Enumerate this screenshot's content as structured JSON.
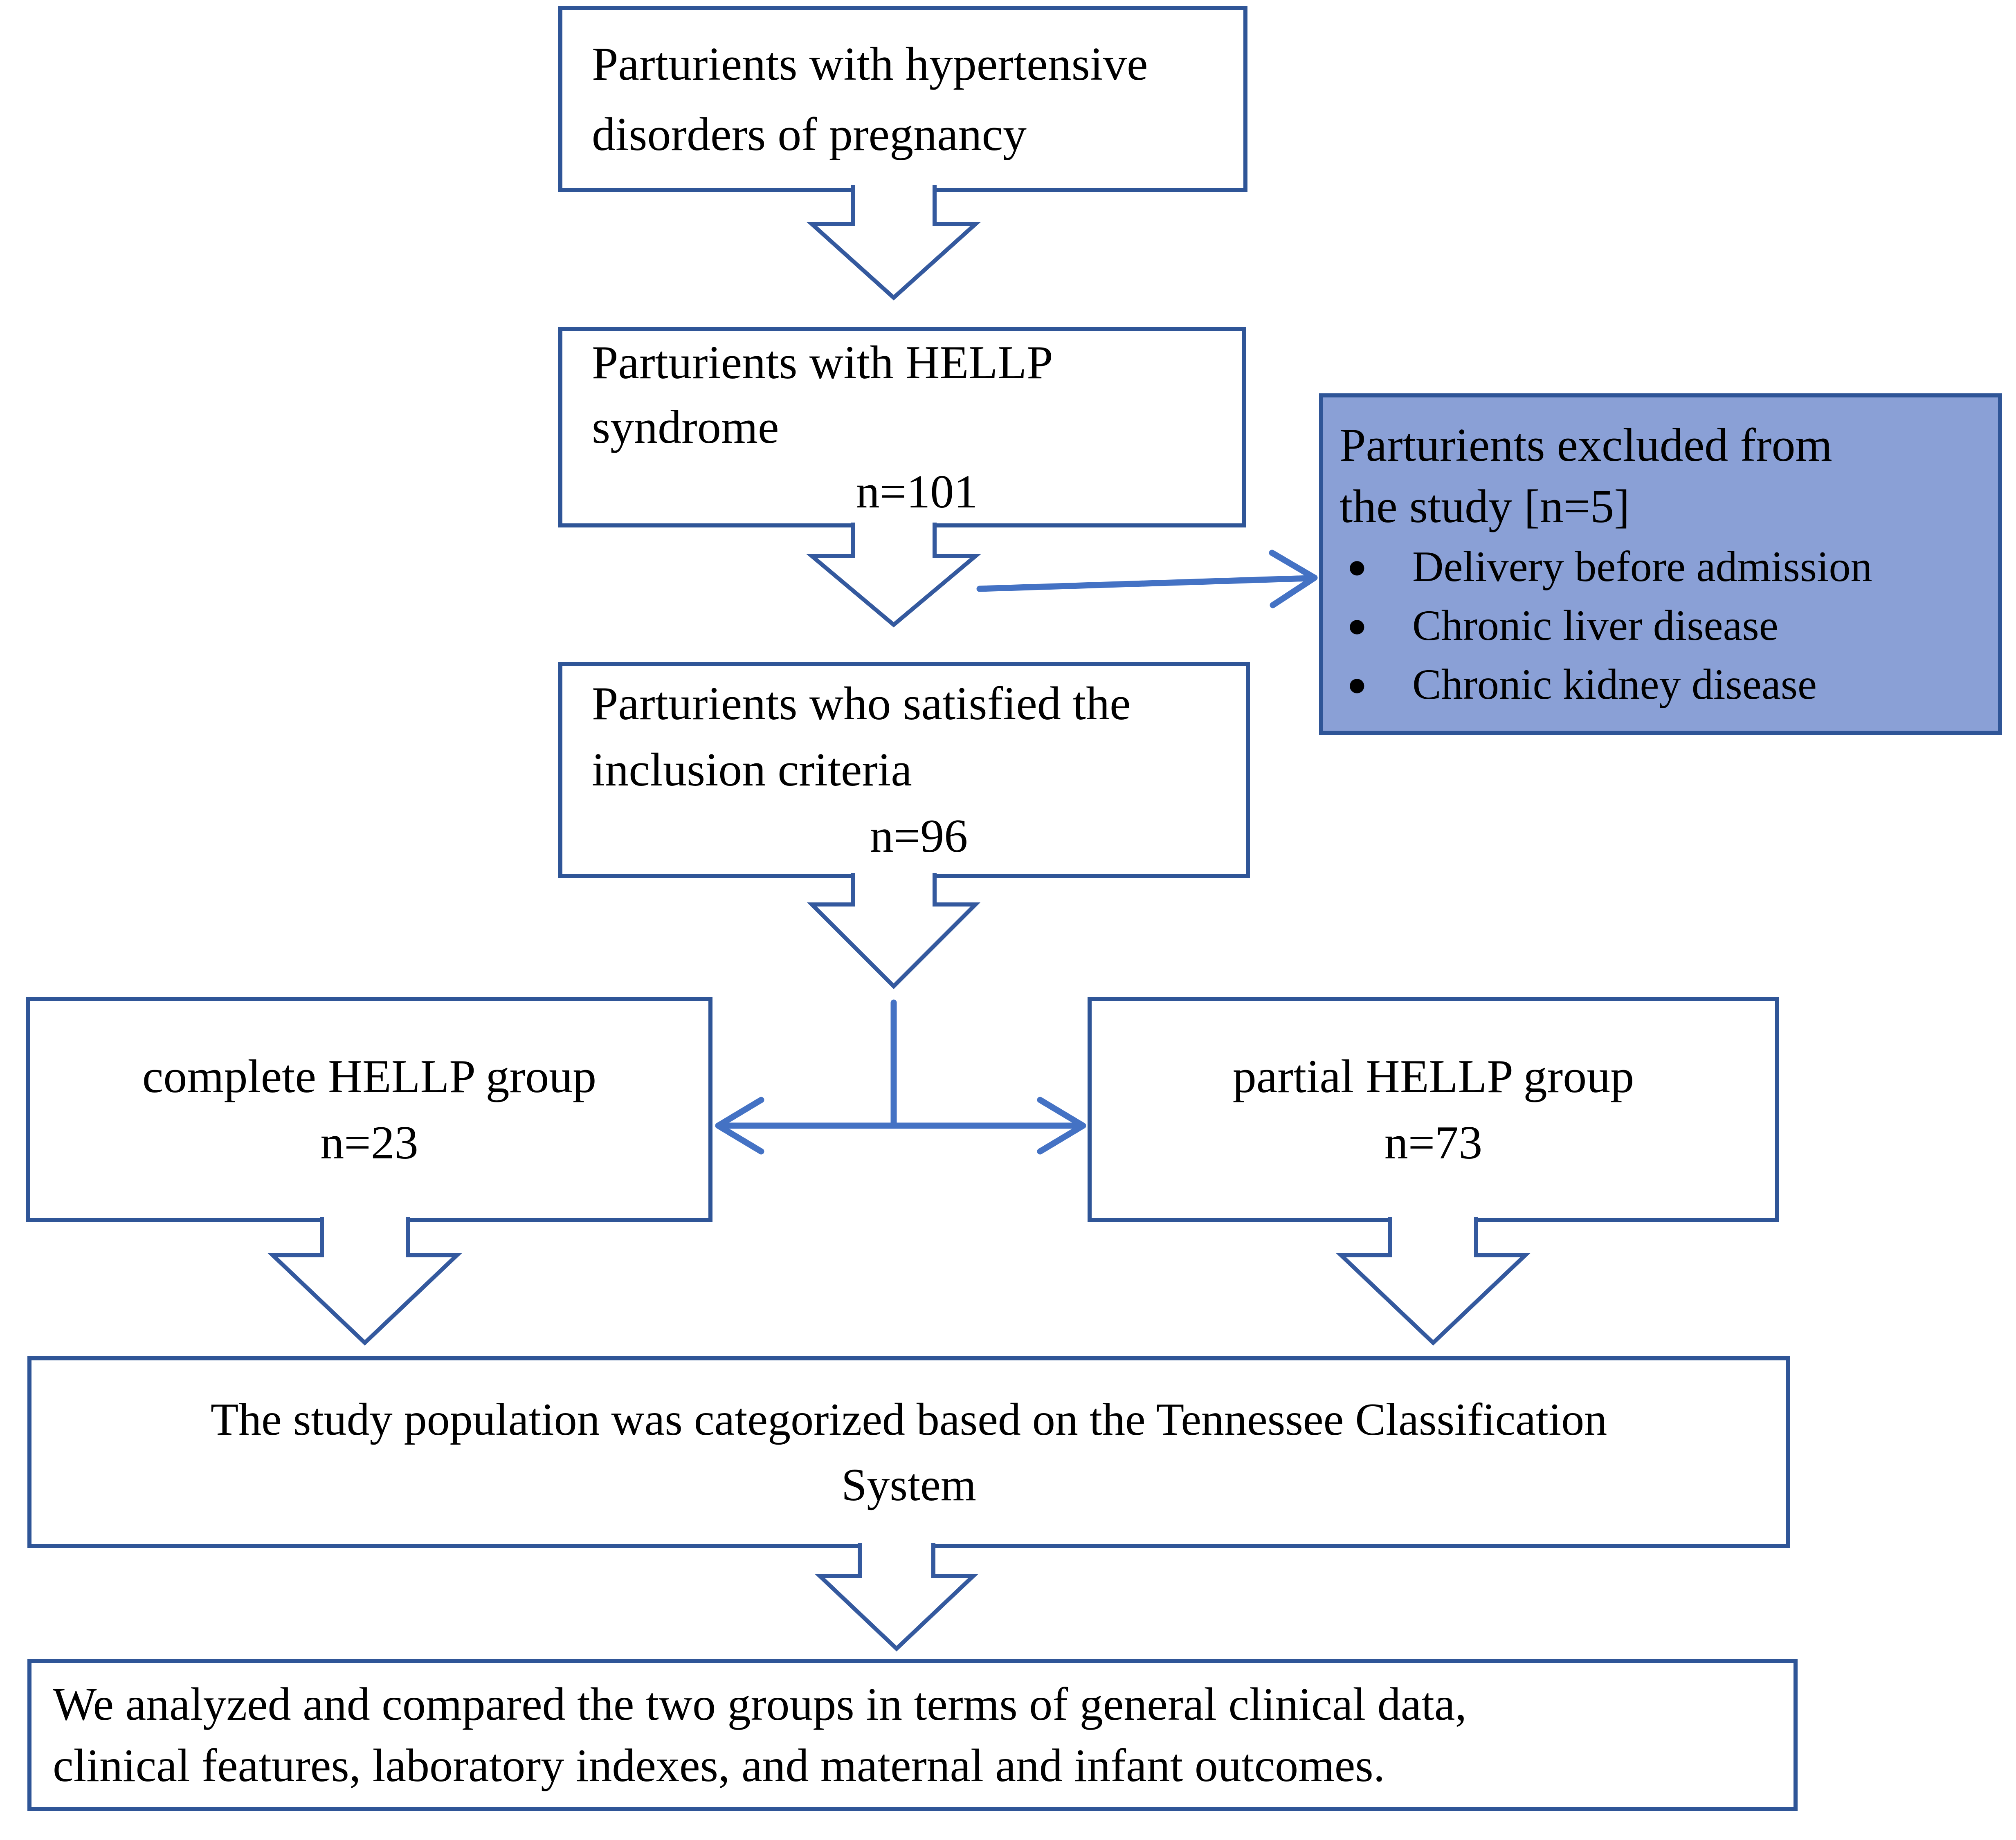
{
  "diagram": {
    "boxes": {
      "hypertensive": {
        "lines": [
          "Parturients with hypertensive",
          "disorders of pregnancy"
        ]
      },
      "hellp": {
        "lines": [
          "Parturients with HELLP",
          "syndrome"
        ],
        "count": "n=101"
      },
      "excluded": {
        "title_lines": [
          "Parturients excluded from",
          "the study [n=5]"
        ],
        "bullet_glyph": "●",
        "bullets": [
          "Delivery before admission",
          "Chronic liver disease",
          "Chronic kidney disease"
        ]
      },
      "inclusion": {
        "lines": [
          "Parturients who satisfied the",
          "inclusion criteria"
        ],
        "count": "n=96"
      },
      "complete_group": {
        "label": "complete HELLP group",
        "count": "n=23"
      },
      "partial_group": {
        "label": "partial HELLP group",
        "count": "n=73"
      },
      "tennessee": {
        "lines": [
          "The study population was categorized based on the Tennessee Classification",
          "System"
        ]
      },
      "analysis": {
        "lines": [
          "We analyzed and compared the two groups in terms of general clinical data,",
          "clinical features, laboratory indexes, and maternal and infant outcomes."
        ]
      }
    },
    "colors": {
      "box_border": "#2F5597",
      "hollow_arrow_outline": "#34599E",
      "thin_arrow": "#4472C4",
      "excluded_fill": "#8AA0D6",
      "text": "#000000",
      "background": "#FFFFFF"
    }
  }
}
